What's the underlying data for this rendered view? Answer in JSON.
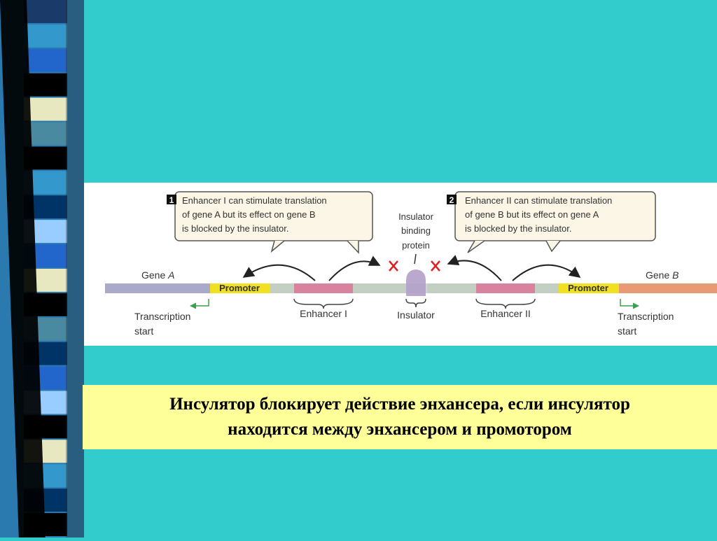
{
  "colors": {
    "slide_background": "#33cccc",
    "caption_background": "#ffff99",
    "promoter": "#f0e020",
    "enhancer": "#d9829e",
    "gene_a": "#a9a9c9",
    "gene_b": "#e89a72",
    "insulator_protein": "#b3a0c8",
    "blocked_mark": "#e02020",
    "transcription_arrow": "#3aa04a"
  },
  "decor_stripes": [
    "#1a3a6a",
    "#3399cc",
    "#2266cc",
    "#000000",
    "#e8e8c0",
    "#4a8aa0",
    "#000000",
    "#3399cc",
    "#003366",
    "#99ccff",
    "#2266cc",
    "#e8e8c0",
    "#000000",
    "#4a8aa0",
    "#003366",
    "#2266cc",
    "#99ccff",
    "#000000",
    "#e8e8c0",
    "#3399cc",
    "#003366",
    "#000000"
  ],
  "diagram": {
    "callout_1": {
      "number": "1",
      "lines": [
        "Enhancer I can stimulate translation",
        "of gene A but its effect on gene B",
        "is blocked by the insulator."
      ]
    },
    "callout_2": {
      "number": "2",
      "lines": [
        "Enhancer II can stimulate translation",
        "of gene B but its effect on gene A",
        "is blocked by the insulator."
      ]
    },
    "insulator_binding_protein": [
      "Insulator",
      "binding",
      "protein"
    ],
    "gene_a_label": "Gene",
    "gene_a_italic": "A",
    "gene_b_label": "Gene",
    "gene_b_italic": "B",
    "promoter_label": "Promoter",
    "enhancer_1_label": "Enhancer I",
    "insulator_label": "Insulator",
    "enhancer_2_label": "Enhancer II",
    "transcription_start": [
      "Transcription",
      "start"
    ],
    "blocked_icon": "x-mark"
  },
  "caption": {
    "line1": "Инсулятор блокирует действие энхансера, если инсулятор",
    "line2": "находится между энхансером и промотором"
  }
}
